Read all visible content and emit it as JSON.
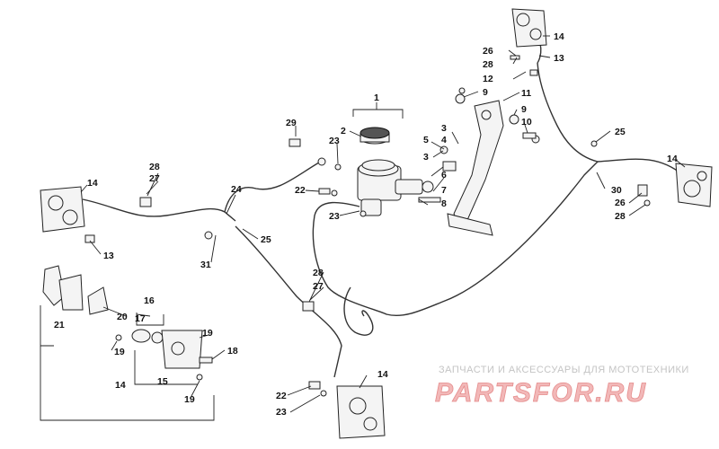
{
  "diagram": {
    "callouts": {
      "c1": "1",
      "c2": "2",
      "c3a": "3",
      "c3b": "3",
      "c4": "4",
      "c5": "5",
      "c6": "6",
      "c7": "7",
      "c8": "8",
      "c9a": "9",
      "c9b": "9",
      "c10": "10",
      "c11": "11",
      "c12": "12",
      "c13a": "13",
      "c13b": "13",
      "c14a": "14",
      "c14b": "14",
      "c14c": "14",
      "c14d": "14",
      "c14e": "14",
      "c15": "15",
      "c16": "16",
      "c17": "17",
      "c18": "18",
      "c19a": "19",
      "c19b": "19",
      "c19c": "19",
      "c20": "20",
      "c21": "21",
      "c22a": "22",
      "c22b": "22",
      "c23a": "23",
      "c23b": "23",
      "c23c": "23",
      "c24": "24",
      "c25a": "25",
      "c25b": "25",
      "c26a": "26",
      "c26b": "26",
      "c27a": "27",
      "c27b": "27",
      "c28a": "28",
      "c28b": "28",
      "c28c": "28",
      "c28d": "28",
      "c29": "29",
      "c30": "30",
      "c31": "31"
    }
  },
  "watermark": {
    "caption": "ЗАПЧАСТИ И АКСЕССУАРЫ ДЛЯ МОТОТЕХНИКИ",
    "logo_text": "PARTSFOR.RU"
  }
}
